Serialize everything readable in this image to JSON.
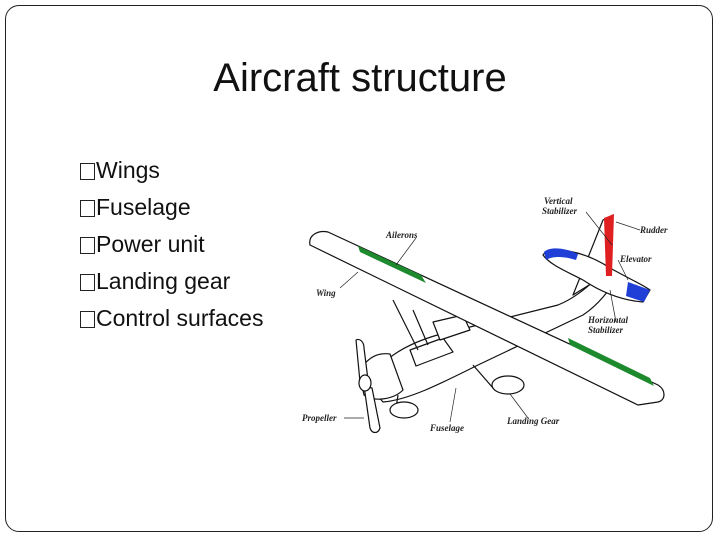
{
  "slide": {
    "title": "Aircraft structure",
    "bullets": [
      "Wings",
      "Fuselage",
      "Power unit",
      "Landing gear",
      "Control surfaces"
    ]
  },
  "diagram": {
    "labels": {
      "vertical_stabilizer_1": "Vertical",
      "vertical_stabilizer_2": "Stabilizer",
      "ailerons": "Ailerons",
      "rudder": "Rudder",
      "elevator": "Elevator",
      "wing": "Wing",
      "horizontal_stabilizer_1": "Horizontal",
      "horizontal_stabilizer_2": "Stabilizer",
      "propeller": "Propeller",
      "fuselage": "Fuselage",
      "landing_gear": "Landing Gear"
    },
    "colors": {
      "ailerons": "#1e8a2e",
      "rudder": "#e02020",
      "elevator": "#1f3fd6",
      "outline": "#111111"
    }
  }
}
